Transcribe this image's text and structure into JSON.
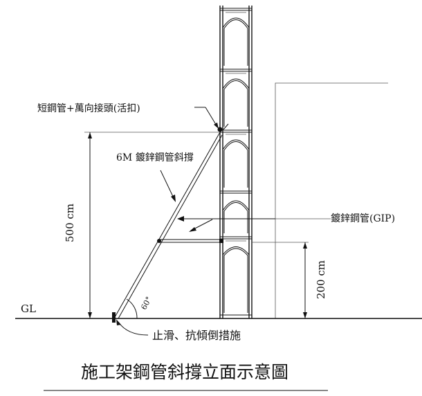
{
  "labels": {
    "coupler": "短鋼管+萬向接頭(活扣)",
    "brace": "6M 鍍鋅鋼管斜撐",
    "height_total": "500 cm",
    "gip": "鍍鋅鋼管(GIP)",
    "height_low": "200 cm",
    "ground": "GL",
    "angle": "60°",
    "anti_slip": "止滑、抗傾倒措施"
  },
  "title": "施工架鋼管斜撐立面示意圖"
}
